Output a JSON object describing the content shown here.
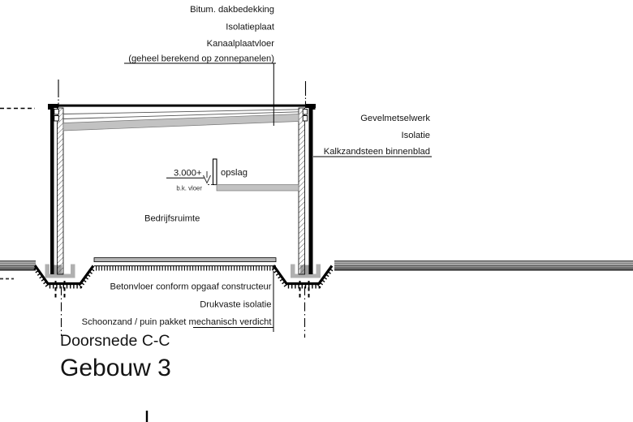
{
  "labels": {
    "roof": [
      "Bitum. dakbedekking",
      "Isolatieplaat",
      "Kanaalplaatvloer",
      "(geheel berekend op zonnepanelen)"
    ],
    "wall": [
      "Gevelmetselwerk",
      "Isolatie",
      "Kalkzandsteen binnenblad"
    ],
    "floor": [
      "Betonvloer conform opgaaf constructeur",
      "Drukvaste isolatie",
      "Schoonzand / puin pakket mechanisch verdicht"
    ]
  },
  "level_mark": {
    "value": "3.000+",
    "reference": "b.k. vloer"
  },
  "rooms": {
    "storage": "opslag",
    "hall": "Bedrijfsruimte"
  },
  "title": {
    "section": "Doorsnede C-C",
    "building": "Gebouw 3"
  },
  "colors": {
    "line": "#000000",
    "text": "#141414",
    "slab_gray": "#c2c2c2",
    "floor_gray": "#b5b5b5",
    "ground_gray": "#8f8f8f",
    "foundation_gray": "#b0b0b0"
  }
}
